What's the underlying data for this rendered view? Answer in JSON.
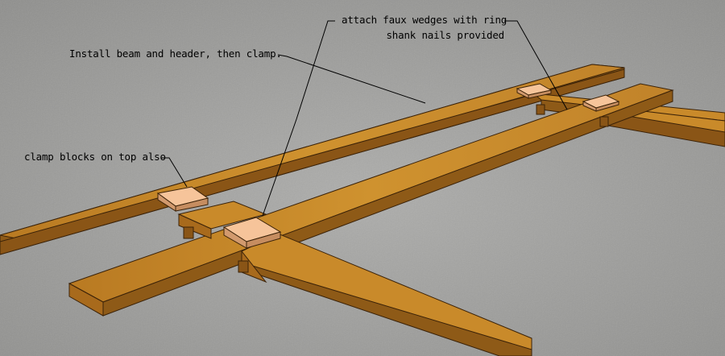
{
  "annotations": {
    "install": "Install beam and header, then clamp.",
    "wedges_line1": "attach faux wedges with ring",
    "wedges_line2": "shank nails provided",
    "clamp_blocks": "clamp blocks on top also"
  },
  "colors": {
    "ground": "#9a9a98",
    "wood_top": "#c98a2a",
    "wood_side": "#8e5a17",
    "wood_end": "#a86a1c",
    "block_top": "#f6c49a",
    "block_side": "#d29a6e",
    "leader": "#000000"
  }
}
